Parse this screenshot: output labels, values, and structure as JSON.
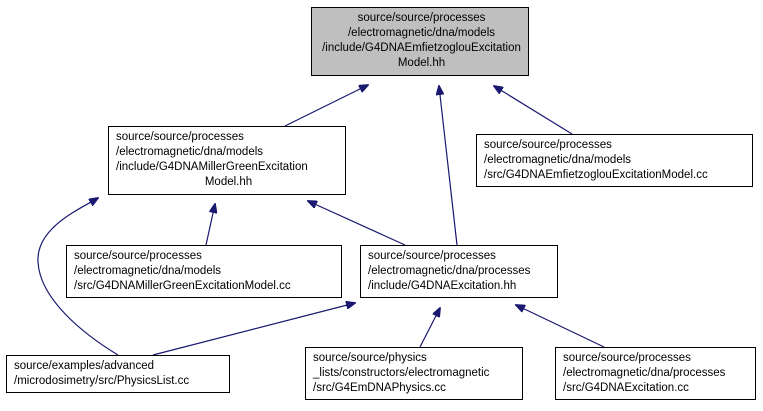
{
  "nodes": [
    {
      "id": "root",
      "lines": [
        "source/source/processes",
        "/electromagnetic/dna/models",
        "/include/G4DNAEmfietzoglouExcitation",
        "Model.hh"
      ]
    },
    {
      "id": "miller_hh",
      "lines": [
        "source/source/processes",
        "/electromagnetic/dna/models",
        "/include/G4DNAMillerGreenExcitation",
        "Model.hh"
      ]
    },
    {
      "id": "emfietzoglou_cc",
      "lines": [
        "source/source/processes",
        "/electromagnetic/dna/models",
        "/src/G4DNAEmfietzoglouExcitationModel.cc"
      ]
    },
    {
      "id": "miller_cc",
      "lines": [
        "source/source/processes",
        "/electromagnetic/dna/models",
        "/src/G4DNAMillerGreenExcitationModel.cc"
      ]
    },
    {
      "id": "excitation_hh",
      "lines": [
        "source/source/processes",
        "/electromagnetic/dna/processes",
        "/include/G4DNAExcitation.hh"
      ]
    },
    {
      "id": "physicslist_cc",
      "lines": [
        "source/examples/advanced",
        "/microdosimetry/src/PhysicsList.cc"
      ]
    },
    {
      "id": "emdnaphysics_cc",
      "lines": [
        "source/source/physics",
        "_lists/constructors/electromagnetic",
        "/src/G4EmDNAPhysics.cc"
      ]
    },
    {
      "id": "excitation_cc",
      "lines": [
        "source/source/processes",
        "/electromagnetic/dna/processes",
        "/src/G4DNAExcitation.cc"
      ]
    }
  ],
  "edges": [
    {
      "from": "miller_hh",
      "to": "root"
    },
    {
      "from": "excitation_hh",
      "to": "root"
    },
    {
      "from": "emfietzoglou_cc",
      "to": "root"
    },
    {
      "from": "miller_cc",
      "to": "miller_hh"
    },
    {
      "from": "excitation_hh",
      "to": "miller_hh"
    },
    {
      "from": "physicslist_cc",
      "to": "miller_hh"
    },
    {
      "from": "physicslist_cc",
      "to": "excitation_hh"
    },
    {
      "from": "emdnaphysics_cc",
      "to": "excitation_hh"
    },
    {
      "from": "excitation_cc",
      "to": "excitation_hh"
    }
  ],
  "colors": {
    "edge": "#191970",
    "root_fill": "#bfbfbf",
    "node_fill": "#ffffff",
    "border": "#000000"
  }
}
